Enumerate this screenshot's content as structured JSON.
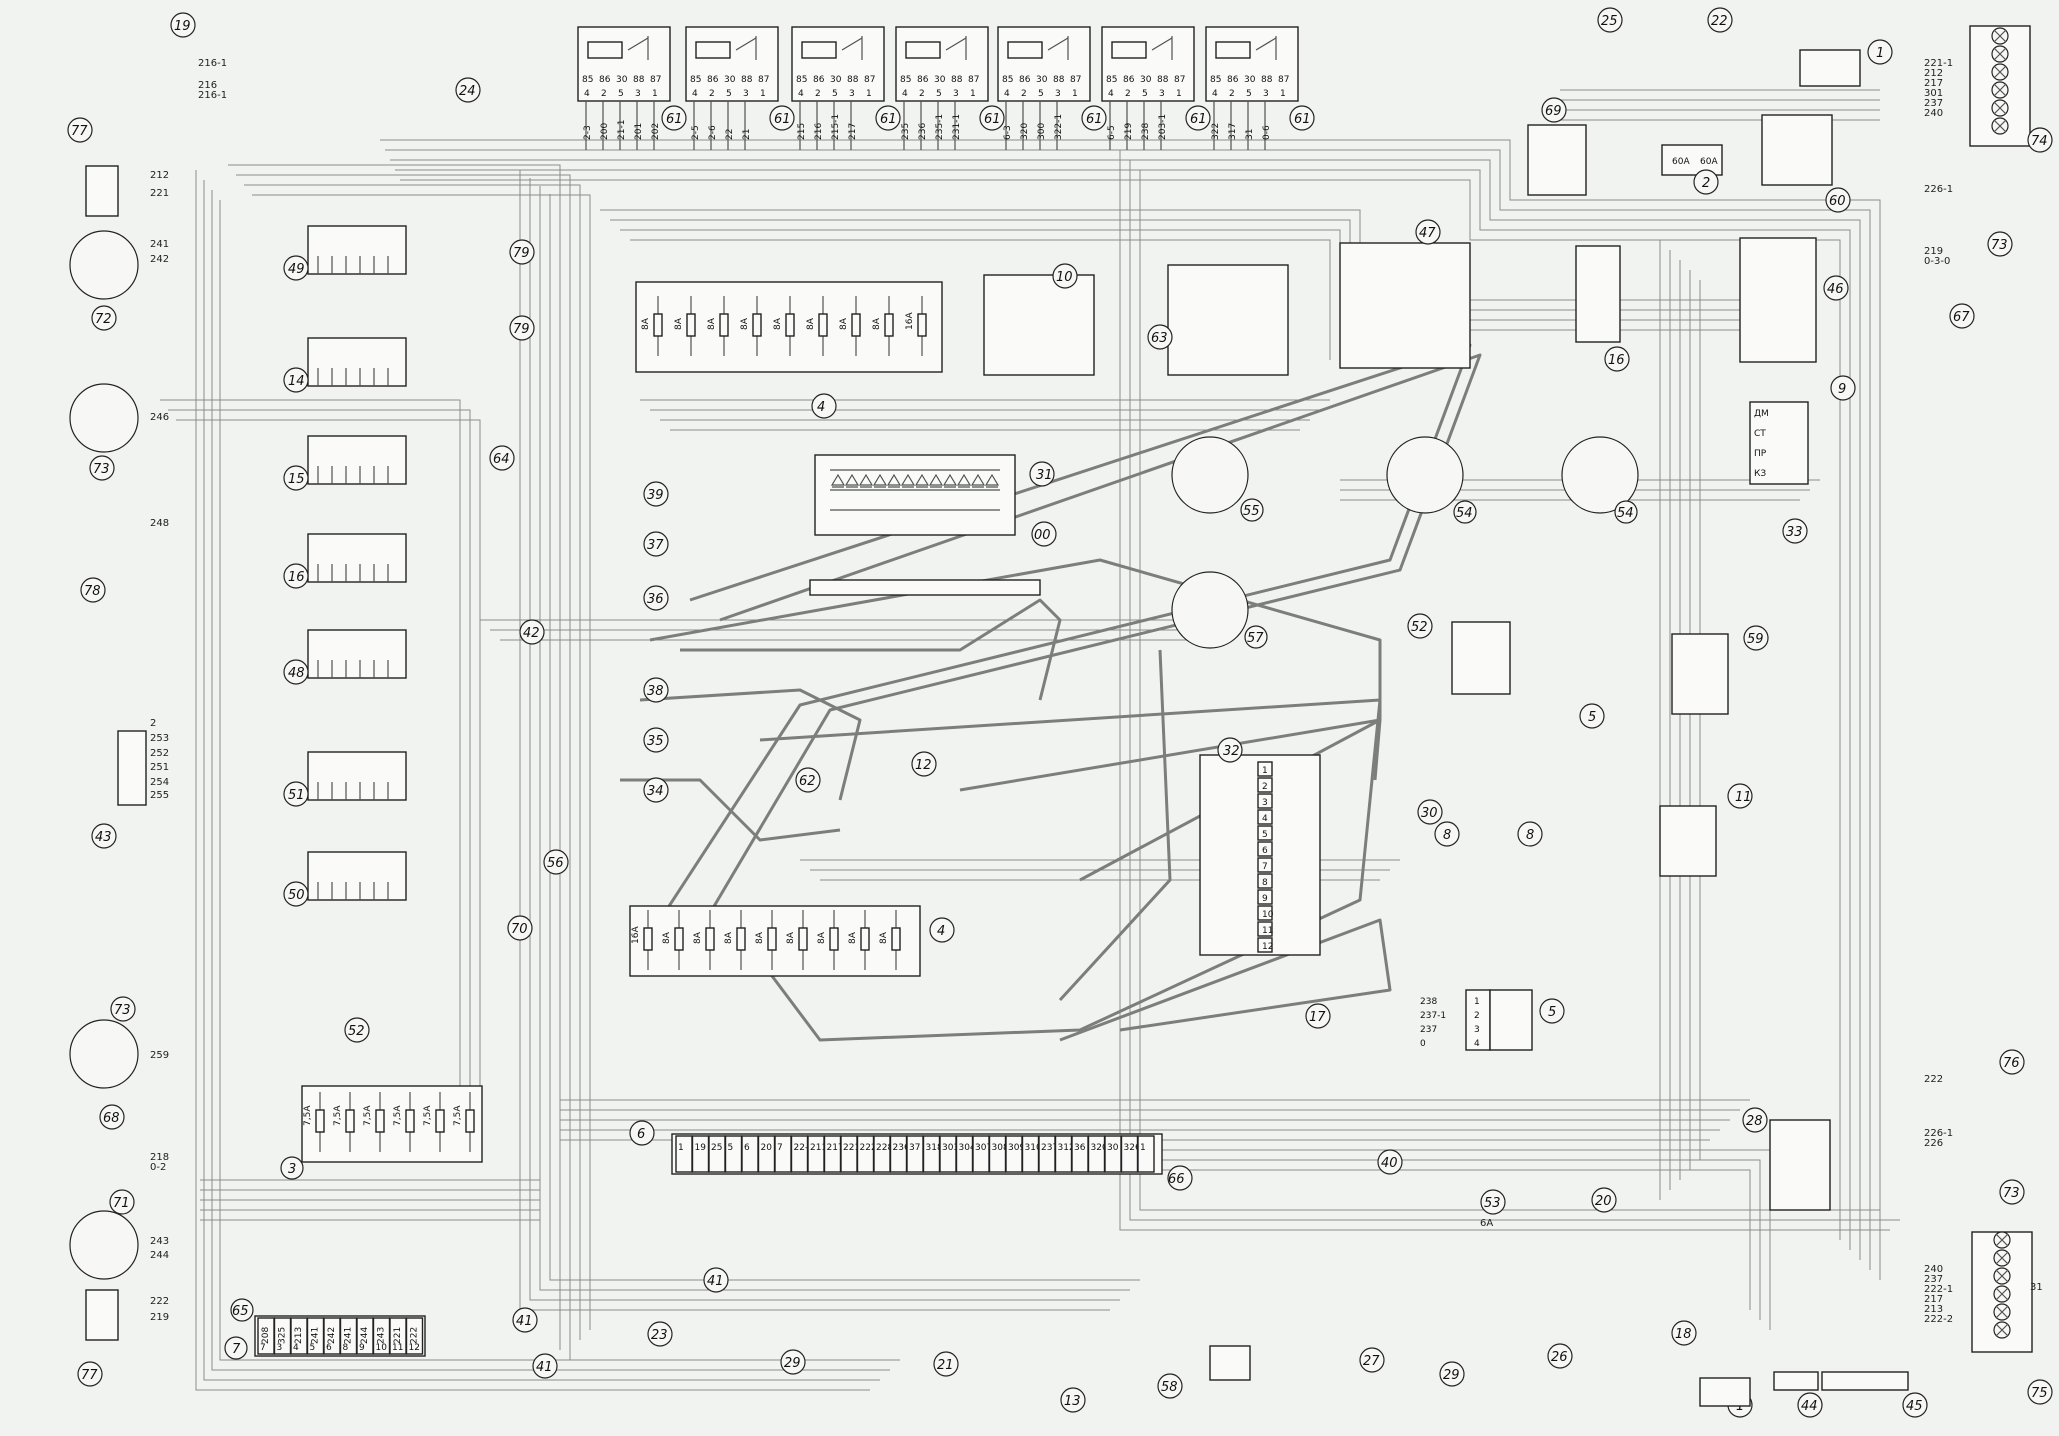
{
  "diagram": {
    "components": [
      {
        "id": "relay-block-61-a",
        "tag": "61",
        "pins": [
          "85",
          "86",
          "30",
          "88",
          "87"
        ],
        "sub": [
          "4",
          "2",
          "5",
          "3",
          "1"
        ],
        "wires": [
          "2-3",
          "200",
          "21-1",
          "201",
          "202"
        ]
      },
      {
        "id": "relay-block-61-b",
        "tag": "61",
        "pins": [
          "85",
          "86",
          "30",
          "88",
          "87"
        ],
        "sub": [
          "4",
          "2",
          "5",
          "3",
          "1"
        ],
        "wires": [
          "2-5",
          "2-6",
          "22",
          "21"
        ]
      },
      {
        "id": "relay-block-61-c",
        "tag": "61",
        "pins": [
          "85",
          "86",
          "30",
          "88",
          "87"
        ],
        "sub": [
          "4",
          "2",
          "5",
          "3",
          "1"
        ],
        "wires": [
          "215",
          "216",
          "215-1",
          "217"
        ]
      },
      {
        "id": "relay-block-61-d",
        "tag": "61",
        "pins": [
          "85",
          "86",
          "30",
          "88",
          "87"
        ],
        "sub": [
          "4",
          "2",
          "5",
          "3",
          "1"
        ],
        "wires": [
          "235",
          "236",
          "235-1",
          "231-1"
        ]
      },
      {
        "id": "relay-block-61-e",
        "tag": "61",
        "pins": [
          "85",
          "86",
          "30",
          "88",
          "87"
        ],
        "sub": [
          "4",
          "2",
          "5",
          "3",
          "1"
        ],
        "wires": [
          "6-3",
          "320",
          "300",
          "322-1"
        ]
      },
      {
        "id": "relay-block-61-f",
        "tag": "61",
        "pins": [
          "85",
          "86",
          "30",
          "88",
          "87"
        ],
        "sub": [
          "4",
          "2",
          "5",
          "3",
          "1"
        ],
        "wires": [
          "6-5",
          "219",
          "238",
          "203-1"
        ]
      },
      {
        "id": "relay-block-61-g",
        "tag": "61",
        "pins": [
          "85",
          "86",
          "30",
          "88",
          "87"
        ],
        "sub": [
          "4",
          "2",
          "5",
          "3",
          "1"
        ],
        "wires": [
          "322",
          "317",
          "31",
          "0-6"
        ]
      }
    ],
    "callouts": [
      "19",
      "77",
      "72",
      "73",
      "78",
      "43",
      "49",
      "79",
      "14",
      "15",
      "16",
      "48",
      "51",
      "50",
      "52",
      "3",
      "65",
      "7",
      "68",
      "71",
      "24",
      "42",
      "64",
      "56",
      "70",
      "39",
      "37",
      "36",
      "38",
      "35",
      "34",
      "31",
      "00",
      "62",
      "12",
      "4",
      "6",
      "66",
      "40",
      "41",
      "23",
      "29",
      "21",
      "13",
      "58",
      "27",
      "26",
      "18",
      "44",
      "45",
      "75",
      "76",
      "73",
      "28",
      "53",
      "20",
      "1",
      "10",
      "47",
      "63",
      "16",
      "46",
      "9",
      "33",
      "59",
      "55",
      "54",
      "57",
      "32",
      "8",
      "11",
      "30",
      "17",
      "5",
      "69",
      "2",
      "60",
      "25",
      "22",
      "74",
      "67"
    ],
    "labels_left": [
      "216-1",
      "216",
      "216-1",
      "212",
      "221",
      "241",
      "242",
      "246",
      "248",
      "2",
      "253",
      "252",
      "251",
      "254",
      "255",
      "259",
      "218",
      "0-2",
      "243",
      "244",
      "222",
      "219"
    ],
    "labels_right": [
      "221-1",
      "212",
      "217",
      "301",
      "237",
      "240",
      "226-1",
      "219",
      "0-3-0",
      "222",
      "226-1",
      "226",
      "240",
      "237",
      "222-1",
      "217",
      "213",
      "222-2",
      "31"
    ],
    "fuse_block_top_values": [
      "8A",
      "8A",
      "8A",
      "8A",
      "8A",
      "8A",
      "8A",
      "8A",
      "16A"
    ],
    "fuse_block_bottom_values": [
      "16A",
      "8A",
      "8A",
      "8A",
      "8A",
      "8A",
      "8A",
      "8A",
      "8A"
    ],
    "fuse_block_3_values": [
      "7,5A",
      "7,5A",
      "7,5A",
      "7,5A",
      "7,5A",
      "7,5A"
    ],
    "connector_6_top": [
      "1",
      "19",
      "25",
      "5",
      "6",
      "20",
      "7",
      "22-1",
      "211",
      "217",
      "221",
      "222",
      "228",
      "236",
      "37",
      "318",
      "303",
      "304",
      "307",
      "308",
      "309",
      "310",
      "237",
      "312",
      "36",
      "320",
      "30",
      "326",
      "1"
    ],
    "connector_65": [
      "7",
      "208",
      "3",
      "325",
      "4",
      "213",
      "5",
      "241",
      "6",
      "242",
      "8",
      "241",
      "9",
      "244",
      "10",
      "243",
      "11",
      "221",
      "12",
      "222"
    ],
    "relay_9": [
      "ДМ",
      "СТ",
      "ПР",
      "КЗ"
    ],
    "fuse_53": "6А",
    "block_2": [
      "60A",
      "60A"
    ],
    "block_5_pins": [
      "1",
      "2",
      "3",
      "4"
    ],
    "block_5_wires": [
      "238",
      "237-1",
      "237",
      "0"
    ]
  }
}
